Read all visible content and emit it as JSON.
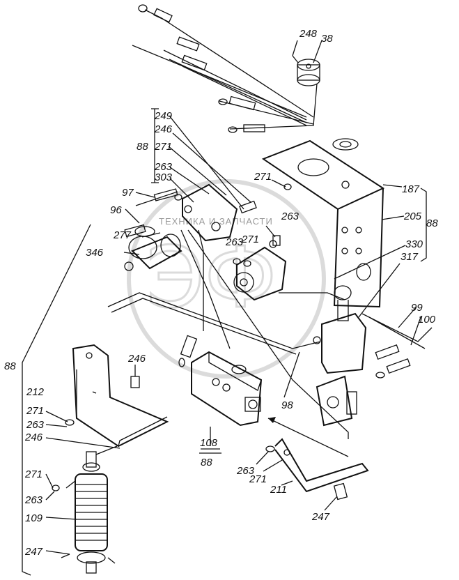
{
  "watermark": {
    "text": "ТЕХНИКА И ЗАПЧАСТИ",
    "logo": "ЭФ"
  },
  "labels": {
    "l248": "248",
    "l38": "38",
    "l249": "249",
    "l246a": "246",
    "l88a": "88",
    "l271a": "271",
    "l263a": "263",
    "l303": "303",
    "l271b": "271",
    "l187": "187",
    "l97": "97",
    "l205": "205",
    "l88b": "88",
    "l96": "96",
    "l263b": "263",
    "l277": "277",
    "l263c": "263",
    "l271c": "271",
    "l330": "330",
    "l346": "346",
    "l317": "317",
    "l99": "99",
    "l100": "100",
    "l88c": "88",
    "l246b": "246",
    "l212": "212",
    "l98": "98",
    "l271d": "271",
    "l263d": "263",
    "l246c": "246",
    "l108": "108",
    "l88d": "88",
    "l263e": "263",
    "l271e": "271",
    "l211": "211",
    "l271f": "271",
    "l263f": "263",
    "l247a": "247",
    "l109": "109",
    "l247b": "247"
  }
}
